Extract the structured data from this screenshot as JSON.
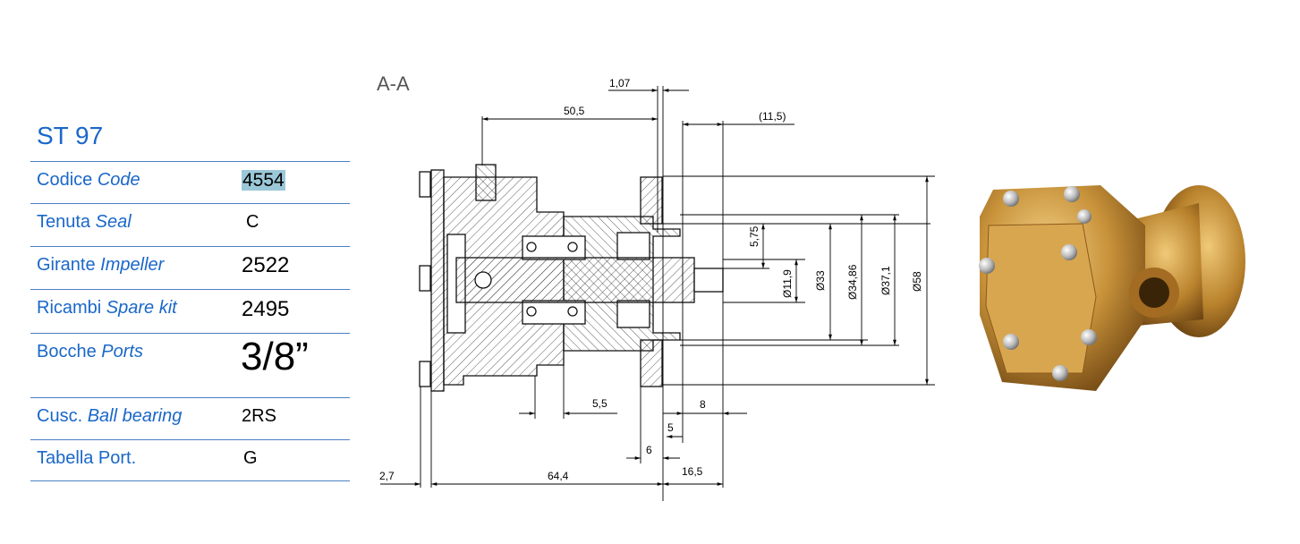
{
  "product": {
    "title": "ST 97"
  },
  "specs": [
    {
      "label": "Codice ",
      "label_en": "Code",
      "value": "4554",
      "highlight": true
    },
    {
      "label": "Tenuta ",
      "label_en": "Seal",
      "value": "C"
    },
    {
      "label": "Girante ",
      "label_en": "Impeller",
      "value": "2522"
    },
    {
      "label": "Ricambi ",
      "label_en": "Spare kit",
      "value": "2495"
    },
    {
      "label": "Bocche ",
      "label_en": "Ports",
      "value": "3/8”"
    },
    {
      "label": "Cusc. ",
      "label_en": "Ball bearing",
      "value": "2RS"
    },
    {
      "label": "Tabella Port.",
      "label_en": "",
      "value": "G"
    }
  ],
  "drawing": {
    "section_label": "A-A",
    "dimensions": {
      "d1_07": "1,07",
      "d50_5": "50,5",
      "d11_5": "(11,5)",
      "d5_75": "5,75",
      "d11_9": "Ø11,9",
      "d33": "Ø33",
      "d34_86": "Ø34,86",
      "d37_1": "Ø37,1",
      "d58": "Ø58",
      "d5_5": "5,5",
      "d8": "8",
      "d5": "5",
      "d6": "6",
      "d2_7": "2,7",
      "d64_4": "64,4",
      "d16_5": "16,5"
    }
  },
  "colors": {
    "accent": "#1a67c9",
    "rule": "#4a7fc4",
    "highlight": "#9bc8d8",
    "bronze": "#c8923a"
  }
}
